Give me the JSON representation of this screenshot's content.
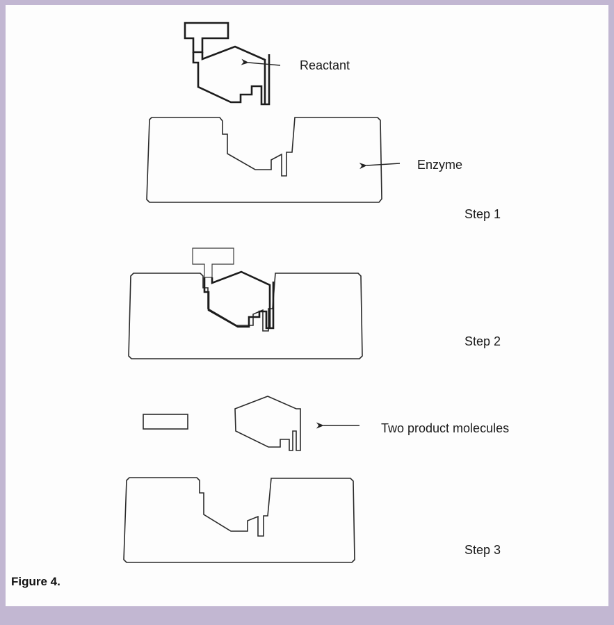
{
  "figure": {
    "caption": "Figure 4.",
    "labels": {
      "reactant": "Reactant",
      "enzyme": "Enzyme",
      "products": "Two product molecules"
    },
    "steps": [
      "Step 1",
      "Step 2",
      "Step 3"
    ]
  },
  "colors": {
    "border": "#c2b7d2",
    "background": "#fdfdfd",
    "line": "#2a2a2a"
  }
}
